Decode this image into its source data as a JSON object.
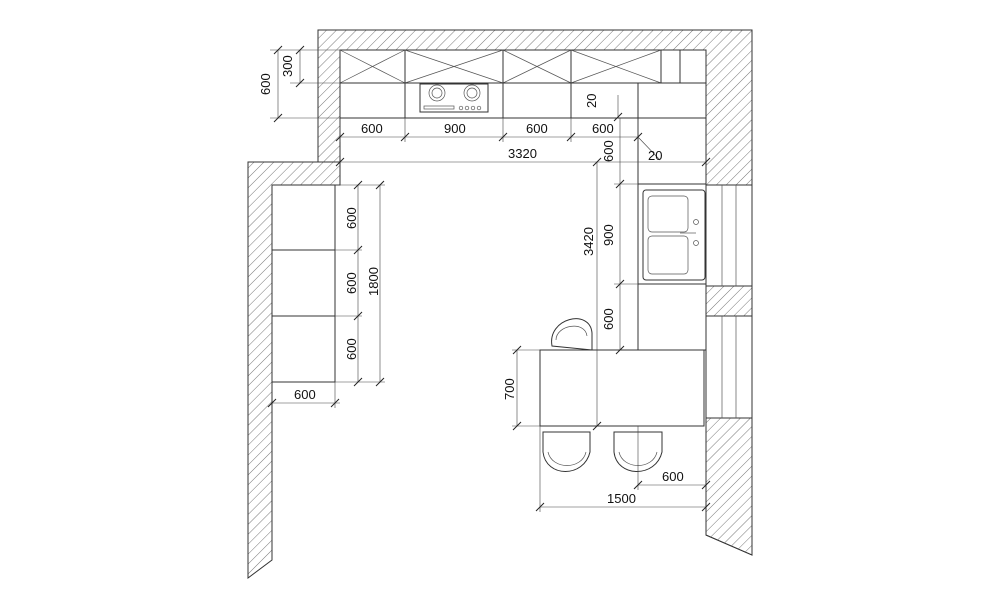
{
  "dimensions": {
    "upper_cabinet_depth": "300",
    "wall_upper_height": "600",
    "top_run": [
      "600",
      "900",
      "600",
      "600"
    ],
    "top_total": "3320",
    "gap_top": "20",
    "gap_corner": "20",
    "right_column": [
      "600",
      "900",
      "600"
    ],
    "right_total": "3420",
    "left_column": [
      "600",
      "600",
      "600"
    ],
    "left_total": "1800",
    "left_depth": "600",
    "island_depth": "700",
    "island_offset": "600",
    "island_width": "1500"
  }
}
